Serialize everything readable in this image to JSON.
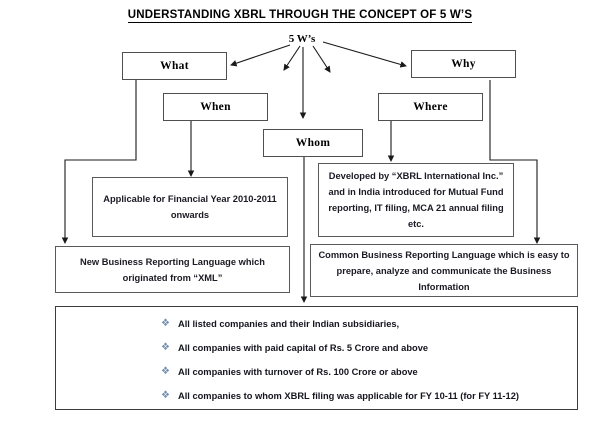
{
  "document": {
    "title": "UNDERSTANDING XBRL THROUGH THE CONCEPT OF 5 W’S",
    "root_label": "5 W’s"
  },
  "nodes": {
    "what": "What",
    "why": "Why",
    "when": "When",
    "where": "Where",
    "whom": "Whom"
  },
  "detail_boxes": {
    "when_detail": "Applicable for Financial Year 2010-2011 onwards",
    "where_detail": "Developed by “XBRL International Inc.” and in India introduced for Mutual Fund reporting, IT filing, MCA 21 annual filing etc.",
    "what_detail": "New Business Reporting Language which originated from “XML”",
    "why_detail": "Common Business Reporting Language which is easy to prepare, analyze and communicate the Business Information"
  },
  "whom_list": {
    "bullet_glyph": "❖",
    "bullet_color": "#6f8fb0",
    "items": [
      "All listed companies and their Indian subsidiaries,",
      "All companies with paid capital of Rs. 5 Crore and above",
      "All companies with turnover of Rs. 100 Crore or above",
      "All companies to whom XBRL filing was applicable for FY 10-11 (for FY 11-12)"
    ]
  },
  "colors": {
    "background": "#ffffff",
    "text": "#111111",
    "box_border": "#4f4f4f",
    "connector": "#1a1a1a",
    "bullet": "#6f8fb0"
  }
}
